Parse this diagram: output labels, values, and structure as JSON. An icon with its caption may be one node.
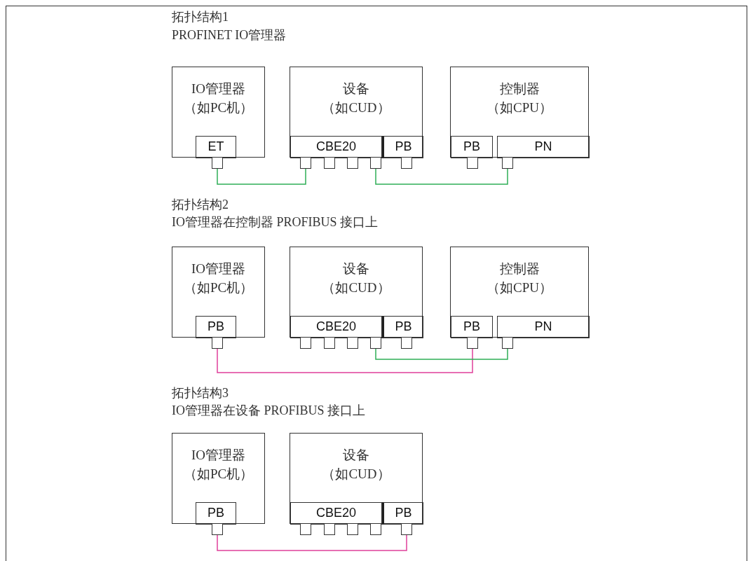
{
  "diagram": {
    "nodes": [
      {
        "text": [
          "IO管理器",
          "（如PC机）"
        ]
      },
      {
        "text": [
          "ET"
        ],
        "in": 0
      },
      {
        "text": [],
        "shape": "box"
      },
      {
        "text": [
          "设备",
          "（如CUD）"
        ]
      },
      {
        "text": [
          "CBE20"
        ],
        "in": 3
      },
      {
        "text": [
          "PB"
        ],
        "in": 3
      },
      {
        "text": [],
        "shape": "box"
      },
      {
        "text": [],
        "shape": "box"
      },
      {
        "text": [],
        "shape": "box"
      },
      {
        "text": [],
        "shape": "box"
      },
      {
        "text": [],
        "shape": "box"
      },
      {
        "text": [
          "控制器",
          "（如CPU）"
        ]
      },
      {
        "text": [
          "PB"
        ],
        "in": 11
      },
      {
        "text": [
          "PN"
        ],
        "in": 11
      },
      {
        "text": [],
        "shape": "box"
      },
      {
        "text": [],
        "shape": "box"
      },
      {
        "text": [
          "IO管理器",
          "（如PC机）"
        ]
      },
      {
        "text": [
          "PB"
        ],
        "in": 16
      },
      {
        "text": [],
        "shape": "box"
      },
      {
        "text": [
          "设备",
          "（如CUD）"
        ]
      },
      {
        "text": [
          "CBE20"
        ],
        "in": 19
      },
      {
        "text": [
          "PB"
        ],
        "in": 19
      },
      {
        "text": [],
        "shape": "box"
      },
      {
        "text": [],
        "shape": "box"
      },
      {
        "text": [],
        "shape": "box"
      },
      {
        "text": [],
        "shape": "box"
      },
      {
        "text": [],
        "shape": "box"
      },
      {
        "text": [
          "控制器",
          "（如CPU）"
        ]
      },
      {
        "text": [
          "PB"
        ],
        "in": 27
      },
      {
        "text": [
          "PN"
        ],
        "in": 27
      },
      {
        "text": [],
        "shape": "box"
      },
      {
        "text": [],
        "shape": "box"
      },
      {
        "text": [
          "IO管理器",
          "（如PC机）"
        ]
      },
      {
        "text": [
          "PB"
        ],
        "in": 32
      },
      {
        "text": [],
        "shape": "box"
      },
      {
        "text": [
          "设备",
          "（如CUD）"
        ]
      },
      {
        "text": [
          "CBE20"
        ],
        "in": 35
      },
      {
        "text": [
          "PB"
        ],
        "in": 35
      },
      {
        "text": [],
        "shape": "box"
      },
      {
        "text": [],
        "shape": "box"
      },
      {
        "text": [],
        "shape": "box"
      },
      {
        "text": [],
        "shape": "box"
      },
      {
        "text": [],
        "shape": "box"
      }
    ],
    "edges": [
      {
        "from": 2,
        "to": 6,
        "arrow": "none"
      },
      {
        "from": 9,
        "to": 15,
        "arrow": "none"
      },
      {
        "from": 18,
        "to": 30,
        "arrow": "none",
        "color": "#e0409a"
      },
      {
        "from": 25,
        "to": 31,
        "arrow": "none"
      },
      {
        "from": 34,
        "to": 42,
        "arrow": "none",
        "color": "#e0409a"
      }
    ],
    "labels": [
      "拓扑结构1",
      "PROFINET IO管理器",
      "拓扑结构2",
      "IO管理器在控制器 PROFIBUS 接口上",
      "拓扑结构3",
      "IO管理器在设备 PROFIBUS 接口上"
    ]
  }
}
